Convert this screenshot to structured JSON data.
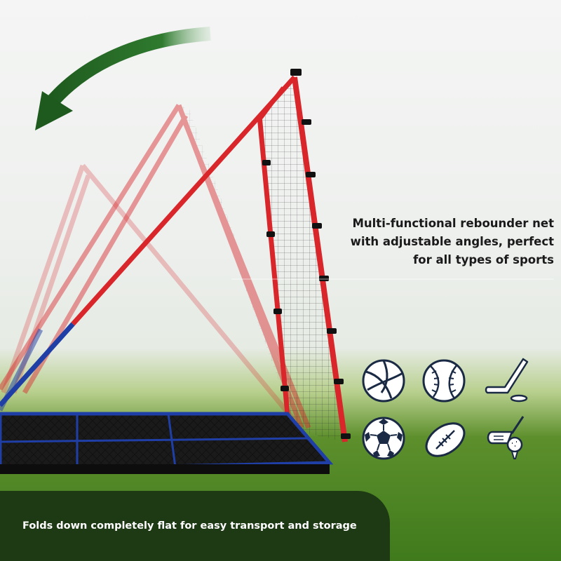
{
  "headline": {
    "line1": "Multi-functional rebounder net",
    "line2": "with adjustable angles, perfect",
    "line3": "for all types of sports"
  },
  "footer": {
    "caption": "Folds down completely flat for easy transport and storage"
  },
  "sport_icons": [
    "volleyball-icon",
    "baseball-icon",
    "hockey-icon",
    "soccer-ball-icon",
    "football-icon",
    "golf-icon"
  ],
  "colors": {
    "frame_red": "#d9262b",
    "frame_blue": "#1f3fa6",
    "arrow_green": "#1e5a1e",
    "footer_bg": "#1d3a14",
    "icon_navy": "#1a2a44"
  }
}
